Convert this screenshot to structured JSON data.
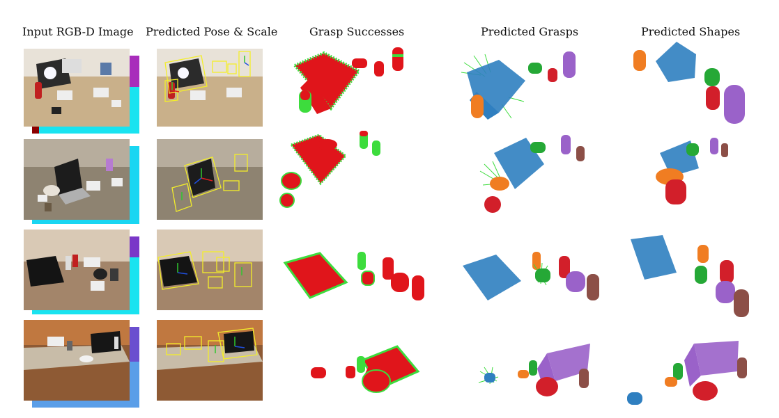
{
  "headers": {
    "input": "Input RGB-D Image",
    "pose": "Predicted Pose & Scale",
    "grasp_successes": "Grasp Successes",
    "predicted_grasps": "Predicted Grasps",
    "predicted_shapes": "Predicted Shapes"
  },
  "colors": {
    "success_red": "#e0151b",
    "success_green": "#3ddc3d",
    "laptop_blue": "#2f7fc0",
    "laptop_purple": "#9a62c9",
    "orange": "#f07d22",
    "green": "#25a836",
    "red": "#d21f2a",
    "purple": "#9a62c9",
    "brown": "#8c4f47",
    "bbox_yellow": "#f3ee2a",
    "depth_cyan": "#19e3f0",
    "depth_purple": "#a82dbb"
  }
}
